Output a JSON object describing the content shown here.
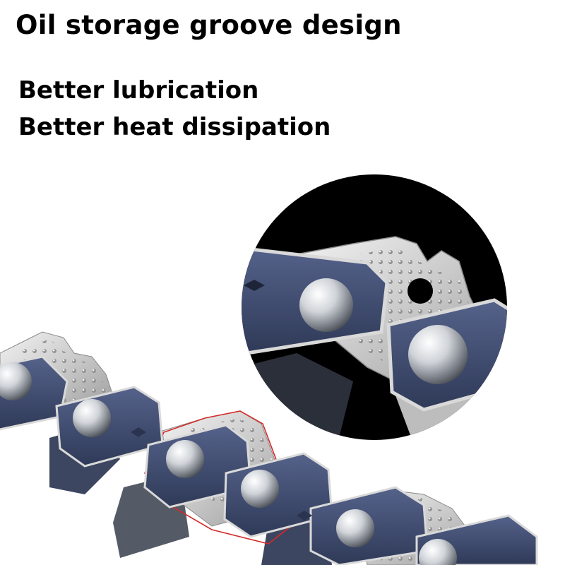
{
  "heading": {
    "title": "Oil storage groove design",
    "benefit_1": "Better lubrication",
    "benefit_2": "Better heat dissipation"
  },
  "colors": {
    "background": "#ffffff",
    "text": "#000000",
    "link_blue": "#3d4a6b",
    "cutter_steel": "#d8d8d8",
    "zoom_background": "#000000",
    "highlight_outline": "#d42a2a"
  },
  "illustration": {
    "subject": "saw chain close-up",
    "zoom_circle": "magnified view of cutter with oil grooves"
  }
}
